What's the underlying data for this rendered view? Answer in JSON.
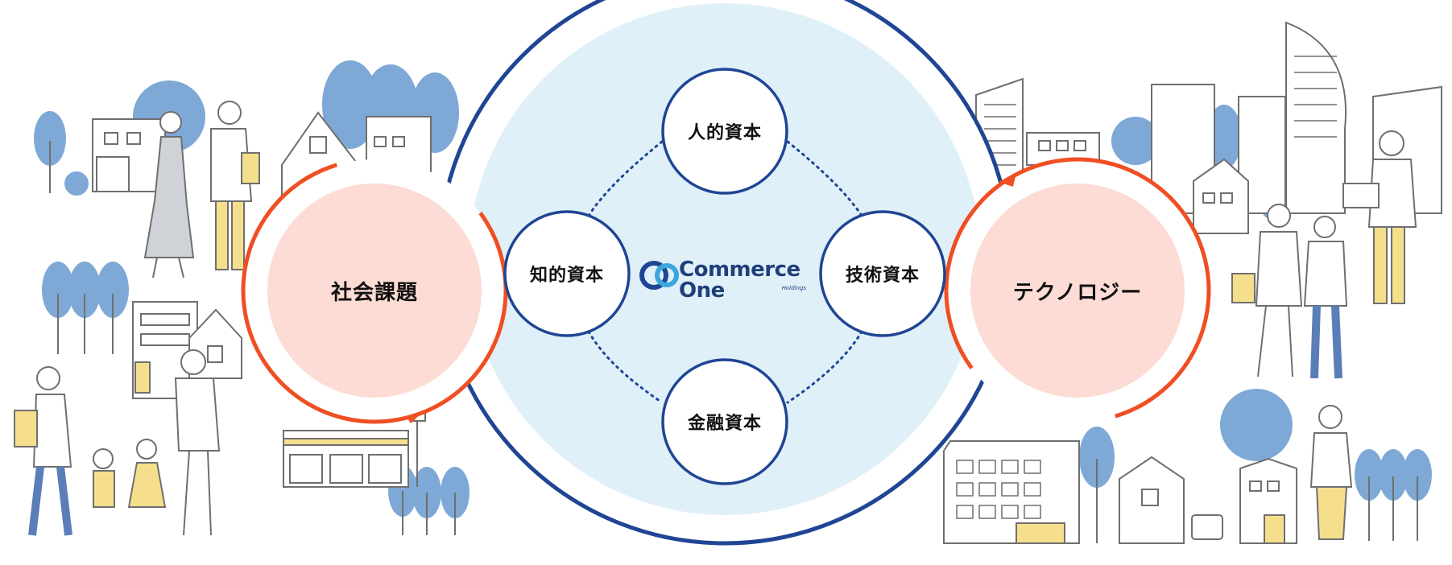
{
  "colors": {
    "blue_ring": "#1f4594",
    "light_blue_fill": "#dff0f8",
    "orange_ring": "#f04e23",
    "pink_fill": "#fcdcd4",
    "illustration_blue": "#7ea8d6",
    "illustration_yellow": "#f6df8c",
    "illustration_gray": "#cfd2d6",
    "line_gray": "#6f6f6f"
  },
  "center": {
    "logo": {
      "name": "Commerce One",
      "subtitle": "Holdings",
      "icon": "commerce-one-logo-icon"
    },
    "capitals": {
      "human": "人的資本",
      "intellectual": "知的資本",
      "technical": "技術資本",
      "financial": "金融資本"
    }
  },
  "left": {
    "label": "社会課題"
  },
  "right": {
    "label": "テクノロジー"
  },
  "illustrations": {
    "left": "city-people-illustration-left",
    "right": "city-people-illustration-right"
  }
}
